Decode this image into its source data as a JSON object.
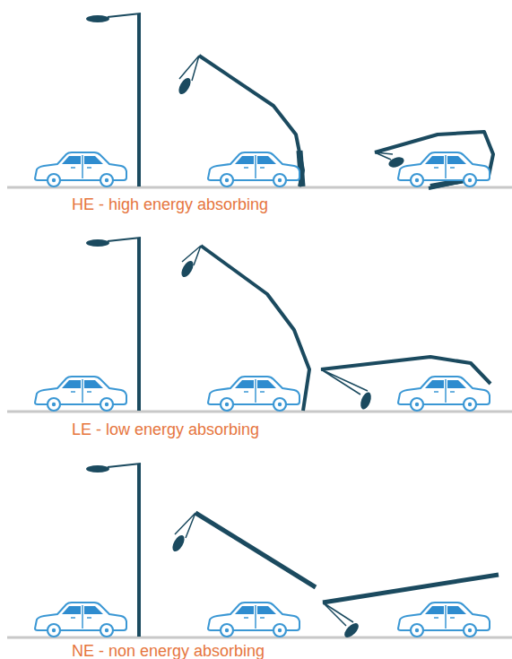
{
  "diagram": {
    "labels": [
      "HE - high energy absorbing",
      "LE - low energy absorbing",
      "NE - non energy absorbing"
    ]
  }
}
